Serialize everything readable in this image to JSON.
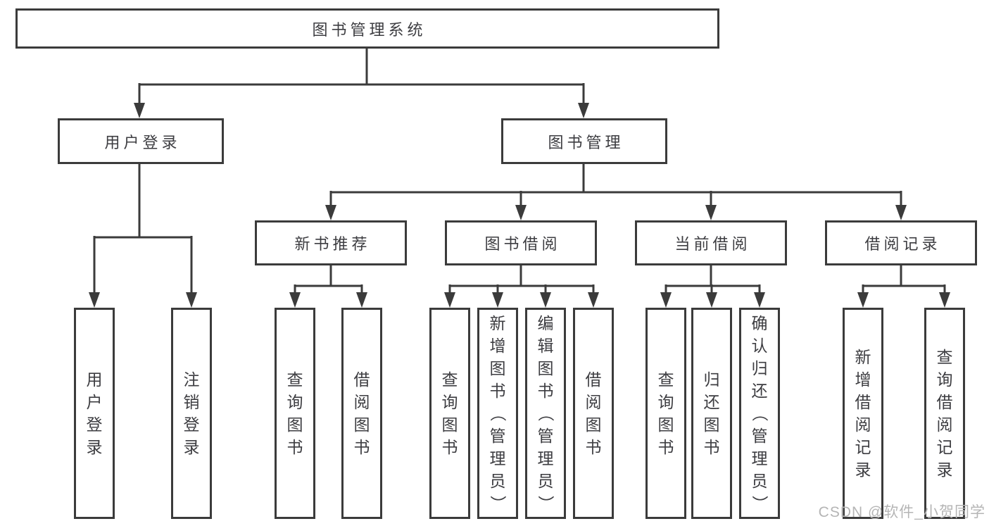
{
  "diagram": {
    "type": "hierarchy-tree",
    "orientation": "top-down",
    "tree": {
      "root": {
        "label": "图书管理系统",
        "children": [
          {
            "label": "用户登录",
            "children": [
              {
                "label": "用户登录"
              },
              {
                "label": "注销登录"
              }
            ]
          },
          {
            "label": "图书管理",
            "children": [
              {
                "label": "新书推荐",
                "children": [
                  {
                    "label": "查询图书"
                  },
                  {
                    "label": "借阅图书"
                  }
                ]
              },
              {
                "label": "图书借阅",
                "children": [
                  {
                    "label": "查询图书"
                  },
                  {
                    "label": "新增图书（管理员）"
                  },
                  {
                    "label": "编辑图书（管理员）"
                  },
                  {
                    "label": "借阅图书"
                  }
                ]
              },
              {
                "label": "当前借阅",
                "children": [
                  {
                    "label": "查询图书"
                  },
                  {
                    "label": "归还图书"
                  },
                  {
                    "label": "确认归还（管理员）"
                  }
                ]
              },
              {
                "label": "借阅记录",
                "children": [
                  {
                    "label": "新增借阅记录"
                  },
                  {
                    "label": "查询借阅记录"
                  }
                ]
              }
            ]
          }
        ]
      }
    },
    "colors": {
      "line": "#3b3b3b",
      "text": "#3d3d41",
      "box_background": "#ffffff",
      "page_background": "#ffffff",
      "watermark": "#b5b5b5"
    }
  },
  "watermark": {
    "text": "CSDN @软件_小贺同学"
  }
}
